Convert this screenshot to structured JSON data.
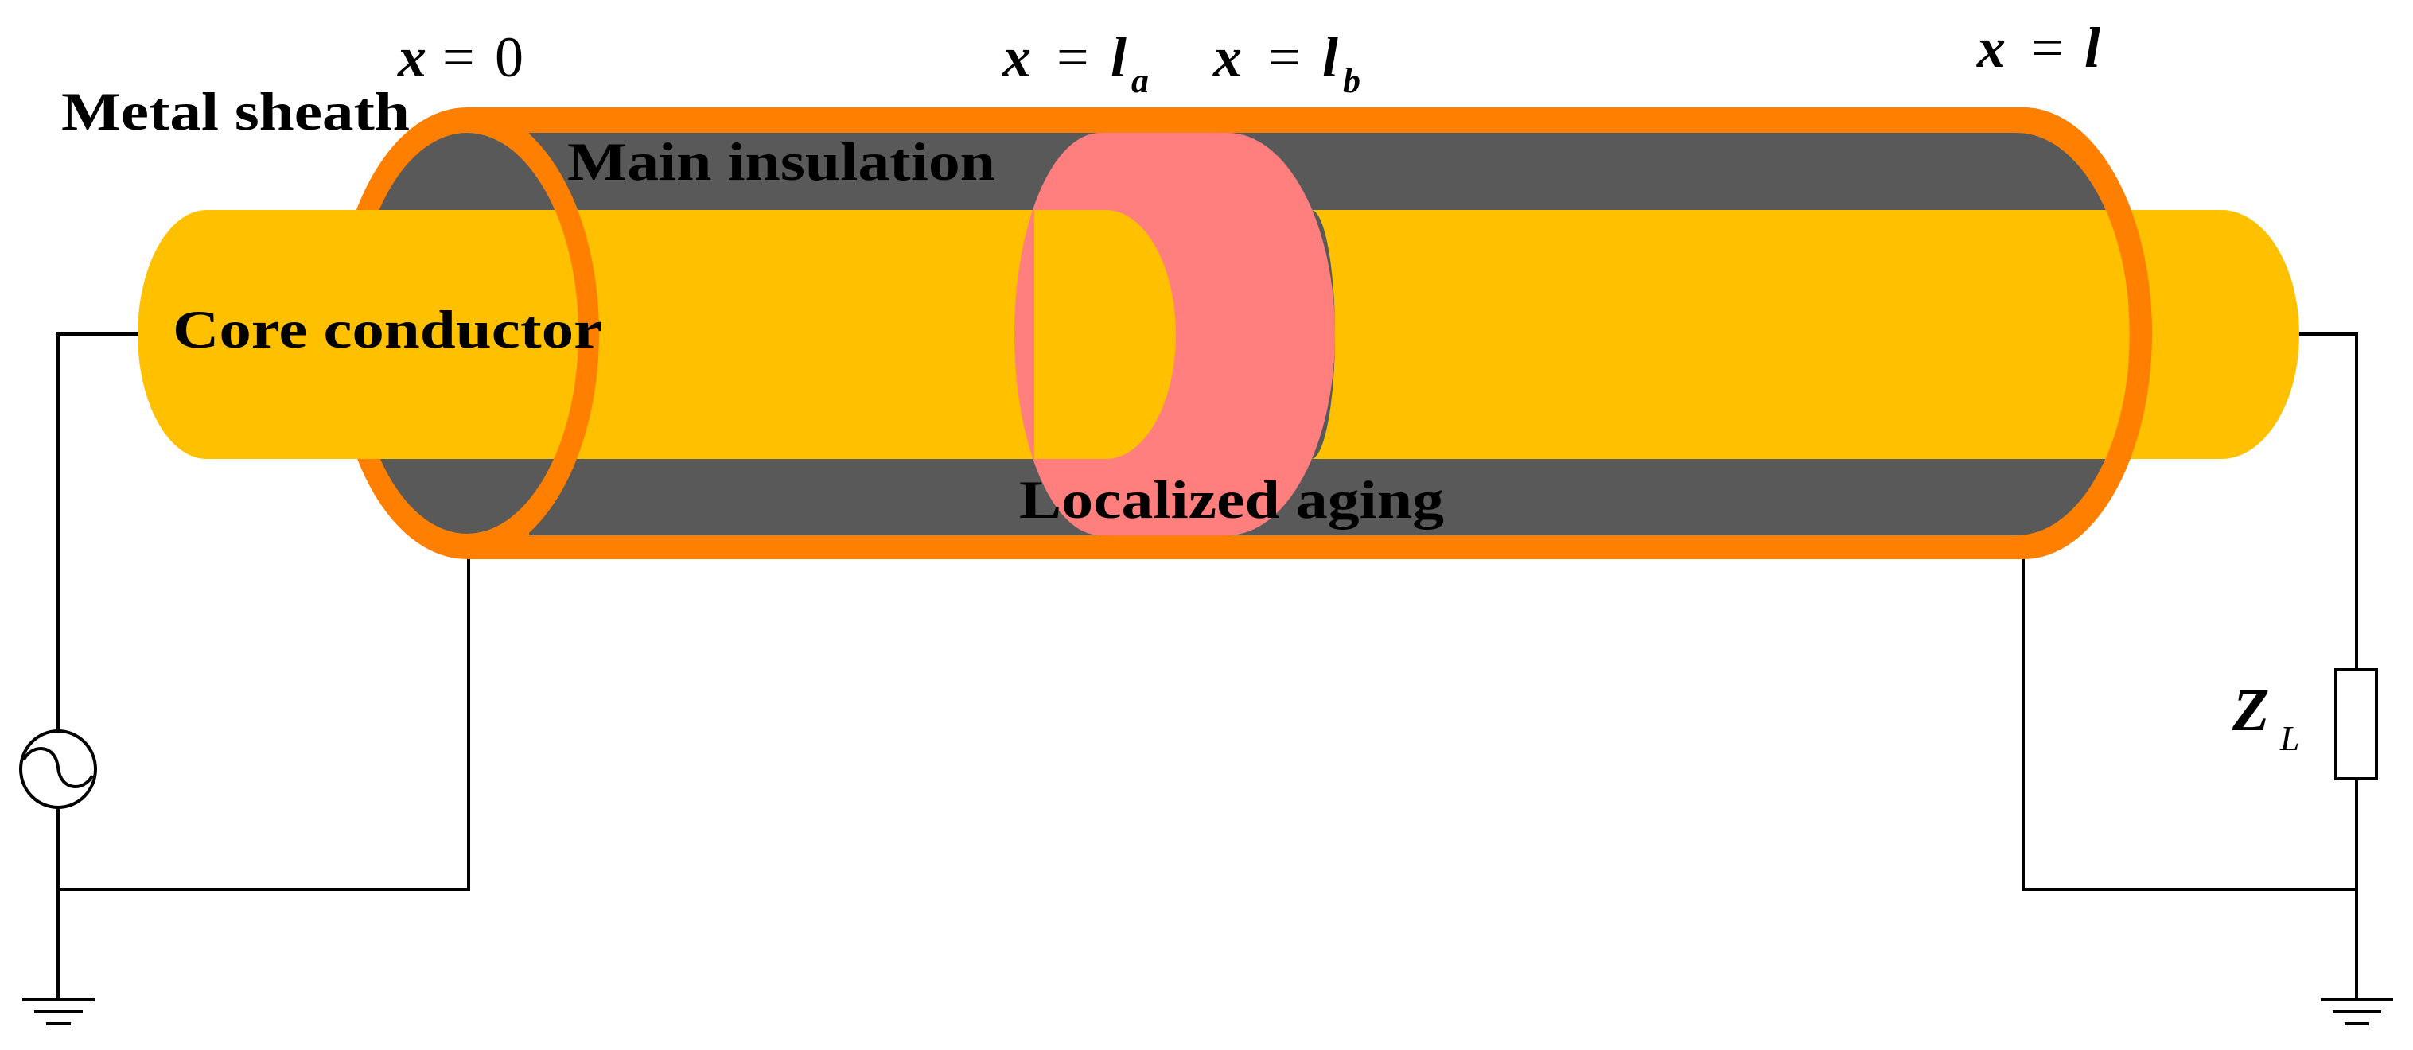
{
  "figure": {
    "type": "cable-circuit-schematic",
    "colors": {
      "metal_sheath": "#FF8000",
      "main_insulation": "#595959",
      "core_conductor": "#FFC000",
      "localized_aging": "#FF7F7F",
      "wire": "#000000",
      "background": "#FFFFFF"
    },
    "labels": {
      "metal_sheath": "Metal sheath",
      "main_insulation": "Main insulation",
      "core_conductor": "Core conductor",
      "localized_aging": "Localized aging"
    },
    "positions": {
      "x0": {
        "var": "x",
        "eq": "=",
        "val": "0"
      },
      "la": {
        "var": "x",
        "eq": "=",
        "val": "l",
        "sub": "a"
      },
      "lb": {
        "var": "x",
        "eq": "=",
        "val": "l",
        "sub": "b"
      },
      "l": {
        "var": "x",
        "eq": "=",
        "val": "l"
      }
    },
    "load": {
      "symbol": "Z",
      "sub": "L"
    },
    "source": {
      "type": "AC voltage source"
    }
  }
}
